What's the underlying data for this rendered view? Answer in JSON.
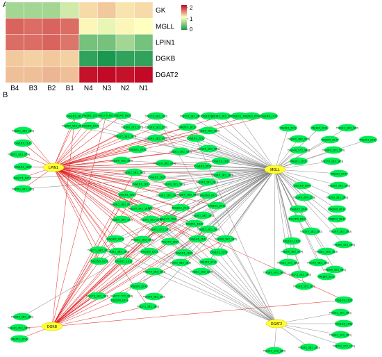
{
  "panel_a": {
    "label": "A",
    "rows": [
      "GK",
      "MGLL",
      "LPIN1",
      "DGKB",
      "DGAT2"
    ],
    "cols": [
      "B4",
      "B3",
      "B2",
      "B1",
      "N4",
      "N3",
      "N2",
      "N1"
    ],
    "values": [
      [
        -0.4,
        -0.4,
        -0.4,
        -0.2,
        0.4,
        0.6,
        0.3,
        0.4
      ],
      [
        1.7,
        1.6,
        1.7,
        1.6,
        0.1,
        -0.1,
        0.1,
        0.0
      ],
      [
        1.6,
        1.6,
        1.7,
        1.5,
        -0.6,
        -0.6,
        -0.4,
        -0.6
      ],
      [
        0.6,
        0.5,
        0.6,
        0.5,
        -0.9,
        -1.0,
        -0.9,
        -0.9
      ],
      [
        0.7,
        0.7,
        0.8,
        0.7,
        2.6,
        2.7,
        2.6,
        2.7
      ]
    ],
    "legend_ticks": [
      "2",
      "1",
      "0"
    ],
    "scale_min": -1,
    "scale_max": 2.8,
    "colors": {
      "low": "#1a9850",
      "mid": "#ffffbf",
      "high": "#c00020"
    }
  },
  "panel_b": {
    "label": "B",
    "hubs": [
      "LPIN1",
      "MGLL",
      "DGKB",
      "DGAT2"
    ],
    "hub_color": "#ffff33",
    "node_color": "#00ee55",
    "edge_colors": {
      "LPIN1": "#e01818",
      "MGLL": "#808080",
      "DGKB": "#e01818",
      "DGAT2": "#808080"
    },
    "nodes": [
      {
        "label": "DG(18:0_18:3)",
        "links": [
          0,
          2
        ]
      },
      {
        "label": "DG(18:1_22:6)",
        "links": [
          0,
          1
        ]
      },
      {
        "label": "DG(17:0_18:1)",
        "links": [
          0,
          1,
          2
        ]
      },
      {
        "label": "DG(14:0_18:3)",
        "links": [
          0,
          1
        ]
      },
      {
        "label": "TG(12:0_18:2_18:2)",
        "links": [
          0,
          1,
          3
        ]
      },
      {
        "label": "TG(12:0_18:1_18:2)",
        "links": [
          1
        ]
      },
      {
        "label": "DG(18:1_18:1)",
        "links": [
          1
        ]
      },
      {
        "label": "DG(18:1_18:2_18:2)",
        "links": [
          0,
          1
        ]
      },
      {
        "label": "DG(16:0_18:3)",
        "links": [
          1
        ]
      },
      {
        "label": "DG(16:0_22:6)",
        "links": [
          0
        ]
      },
      {
        "label": "DG(18:0_10:7)",
        "links": [
          0
        ]
      },
      {
        "label": "TG(18:2_18:3_20:4)",
        "links": [
          0,
          1
        ]
      },
      {
        "label": "DG(16:0_18:2)",
        "links": [
          0,
          1
        ]
      },
      {
        "label": "TG(16:0_20:1_22:1)",
        "links": [
          0
        ]
      },
      {
        "label": "TG(16:0_18:3_22:6)",
        "links": [
          0
        ]
      },
      {
        "label": "PA(20:0_16:1)",
        "links": [
          0
        ]
      },
      {
        "label": "TG(15:1_18:2_18:3)",
        "links": [
          0
        ]
      },
      {
        "label": "DG(16:0_16:1)",
        "links": [
          0
        ]
      },
      {
        "label": "TG(16:1_18:3_20:4)",
        "links": [
          0
        ]
      },
      {
        "label": "DG(16:1_18:0)",
        "links": [
          0,
          1
        ]
      },
      {
        "label": "DG(17:1_18:1)",
        "links": [
          0,
          1
        ]
      },
      {
        "label": "TG(16:1_18:1_18:2)",
        "links": [
          0,
          1
        ]
      },
      {
        "label": "TG(18:0_18:1_18:2)",
        "links": [
          0,
          1
        ]
      },
      {
        "label": "TG(18:2_18:2_18:3)",
        "links": [
          0,
          1
        ]
      },
      {
        "label": "TG(18:0_18:2_18:3)",
        "links": [
          0,
          1
        ]
      },
      {
        "label": "DG(18:1_20:1)",
        "links": [
          0,
          1,
          3
        ]
      },
      {
        "label": "TG(16:0_18:1_18:1)",
        "links": [
          0,
          1
        ]
      },
      {
        "label": "DG(16:1_18:2)",
        "links": [
          0,
          1
        ]
      },
      {
        "label": "DG(18:2_20:4)",
        "links": [
          0,
          1
        ]
      },
      {
        "label": "TG(18:0_18:2_18:2)",
        "links": [
          0,
          1
        ]
      },
      {
        "label": "TG(16:1_18:2_18:3)",
        "links": [
          0,
          1
        ]
      },
      {
        "label": "TG(16:0_18:2_20:4)",
        "links": [
          0,
          1
        ]
      },
      {
        "label": "DG(18:2_20:5)",
        "links": [
          0,
          1
        ]
      },
      {
        "label": "TG(16:0_18:1_18:3)",
        "links": [
          0,
          1
        ]
      },
      {
        "label": "TG(16:1_18:1_18:1)",
        "links": [
          0,
          1,
          2
        ]
      },
      {
        "label": "DG(16:1_18:3)",
        "links": [
          0,
          1
        ]
      },
      {
        "label": "TG(18:0_18:1_18:1)",
        "links": [
          0,
          1,
          2
        ]
      },
      {
        "label": "DG(16:0_18:1)",
        "links": [
          0,
          1,
          2
        ]
      },
      {
        "label": "TG(16:0_16:1_18:2)",
        "links": [
          0,
          1
        ]
      },
      {
        "label": "DG(16:1_20:1)",
        "links": [
          0,
          1,
          2
        ]
      },
      {
        "label": "TG(18:1_18:1_18:2)",
        "links": [
          0,
          1
        ]
      },
      {
        "label": "TG(16:0_18:2_18:3)",
        "links": [
          0,
          1,
          2
        ]
      },
      {
        "label": "DG(16:0_20:1)",
        "links": [
          0,
          1,
          2
        ]
      },
      {
        "label": "DG(16:1_20:1)",
        "links": [
          0,
          1
        ]
      },
      {
        "label": "TG(16:1_18:1_20:4)",
        "links": [
          0,
          1,
          2
        ]
      },
      {
        "label": "DG(15:0_18:1)",
        "links": [
          0,
          1,
          3
        ]
      },
      {
        "label": "DG(18:2_20:1)",
        "links": [
          0,
          1,
          2
        ]
      },
      {
        "label": "TG(16:1_18:2_18:3)",
        "links": [
          0,
          1,
          2
        ]
      },
      {
        "label": "DG(14:0_20:3)",
        "links": [
          0,
          1,
          2,
          3
        ]
      },
      {
        "label": "TG(16:0_16:0_18:2)",
        "links": [
          0,
          1,
          2
        ]
      },
      {
        "label": "TG(16:1_16:1_22:6)",
        "links": [
          0,
          1,
          2,
          3
        ]
      },
      {
        "label": "DG(15:1_18:2)",
        "links": [
          0,
          1,
          2,
          3
        ]
      },
      {
        "label": "TG(16:1_17:1_18:3)",
        "links": [
          0,
          1,
          2,
          3
        ]
      },
      {
        "label": "TG(16:1_16:1_18:2)",
        "links": [
          0,
          1,
          2,
          3
        ]
      },
      {
        "label": "DG(18:2_18:3)",
        "links": [
          0,
          1,
          2,
          3
        ]
      },
      {
        "label": "TG(16:1_18:2_18:2)",
        "links": [
          0,
          1,
          2,
          3
        ]
      },
      {
        "label": "TG(17:0_18:2)",
        "links": [
          0,
          1,
          2,
          3
        ]
      },
      {
        "label": "DG(14:0_16:1)",
        "links": [
          0,
          1,
          2,
          3
        ]
      },
      {
        "label": "TG(18:0_18:2_18:3)",
        "links": [
          0,
          1,
          2,
          3
        ]
      },
      {
        "label": "TG(17:1_18:2_18:2)",
        "links": [
          0,
          1,
          2,
          3
        ]
      },
      {
        "label": "TG(16:1_18:2_18:2)",
        "links": [
          0,
          1,
          2,
          3
        ]
      },
      {
        "label": "DG(18:0_18:2)",
        "links": [
          0,
          2,
          3
        ]
      },
      {
        "label": "DG(16:1_18:2)",
        "links": [
          0,
          1
        ]
      },
      {
        "label": "DG(16:1_22:6)",
        "links": [
          0,
          1
        ]
      },
      {
        "label": "DG(15:0_18:2)",
        "links": [
          0,
          1
        ]
      },
      {
        "label": "DG(18:1_18:3)",
        "links": [
          0,
          1
        ]
      },
      {
        "label": "TG(9:0_18:1_18:2)",
        "links": [
          1
        ]
      },
      {
        "label": "PA(16:0_22:4)",
        "links": [
          1
        ]
      },
      {
        "label": "TG(17:0_18:2_18:3)",
        "links": [
          1
        ]
      },
      {
        "label": "TG(18:1_18:2_22:6)",
        "links": [
          1
        ]
      },
      {
        "label": "PA(18:0_22:4)",
        "links": [
          1
        ]
      },
      {
        "label": "TG(17:0_18:1_18:3)",
        "links": [
          1
        ]
      },
      {
        "label": "TG(12:0_18:2_20:4)",
        "links": [
          1
        ]
      },
      {
        "label": "TG(14:0_18:1_18:2)",
        "links": [
          1
        ]
      },
      {
        "label": "PA(18:2_20:1)",
        "links": [
          1
        ]
      },
      {
        "label": "PA(16:0_20:0)",
        "links": [
          1
        ]
      },
      {
        "label": "TG(18:1_18:2_18:2)",
        "links": [
          1
        ]
      },
      {
        "label": "PA(20:1_22:6)",
        "links": [
          1
        ]
      },
      {
        "label": "TG(18:0_18:2_22:4)",
        "links": [
          1
        ]
      },
      {
        "label": "PA(16:0_20:4)",
        "links": [
          1
        ]
      },
      {
        "label": "TG(14:0_17:2_18:2)",
        "links": [
          1
        ]
      },
      {
        "label": "TG(16:0_18:1_20:0)",
        "links": [
          1
        ]
      },
      {
        "label": "PA(18:1_20:2)",
        "links": [
          1
        ]
      },
      {
        "label": "TG(17:0_18:2_18:3)",
        "links": [
          1
        ]
      },
      {
        "label": "PA(18:2_20:2)",
        "links": [
          1
        ]
      },
      {
        "label": "DG(16:0_20:4)",
        "links": [
          1
        ]
      },
      {
        "label": "TG(16:0_18:1_18:2)",
        "links": [
          1
        ]
      },
      {
        "label": "TG(18:0_20:4_22:6)",
        "links": [
          1
        ]
      },
      {
        "label": "TG(15:0_18:1_18:3)",
        "links": [
          1
        ]
      },
      {
        "label": "DG(18:2_20:4)",
        "links": [
          1
        ]
      },
      {
        "label": "PA(18:0_20:1)",
        "links": [
          1
        ]
      },
      {
        "label": "DG(12:0_18:2)",
        "links": [
          1
        ]
      },
      {
        "label": "PA(20:2_20:4)",
        "links": [
          1
        ]
      },
      {
        "label": "TG(16:0_16:1_18:1)",
        "links": [
          1
        ]
      },
      {
        "label": "TG(16:0_18:1_18:3)",
        "links": [
          1
        ]
      },
      {
        "label": "DG(18:1_18:2)",
        "links": [
          1
        ]
      },
      {
        "label": "TG(16:0_18:2_20:4)",
        "links": [
          1
        ]
      },
      {
        "label": "TG(18:1_18:2_18:3)",
        "links": [
          1
        ]
      },
      {
        "label": "TG(18:0_15:1_18:2)",
        "links": [
          1
        ]
      },
      {
        "label": "TG(16:1_17:1_18:1)",
        "links": [
          1
        ]
      },
      {
        "label": "TG(14:0_18:1_18:2)",
        "links": [
          1
        ]
      },
      {
        "label": "TG(16:0_16:1_18:1)",
        "links": [
          1
        ]
      },
      {
        "label": "TG(18:0_14:1_18:1)",
        "links": [
          1
        ]
      },
      {
        "label": "TG(17:1_18:2_18:2)",
        "links": [
          1
        ]
      },
      {
        "label": "PA(18:0_22:2)",
        "links": [
          1
        ]
      },
      {
        "label": "TG(14:0_16:1_18:1)",
        "links": [
          1
        ]
      },
      {
        "label": "TG(14:0_18:1_18:1)",
        "links": [
          1
        ]
      },
      {
        "label": "TG(14:1_15:1_18:1)",
        "links": [
          2
        ]
      },
      {
        "label": "PA(22:1_20:4)",
        "links": [
          2
        ]
      },
      {
        "label": "DG(10:0_18:1)",
        "links": [
          2
        ]
      },
      {
        "label": "TG(17:1_18:1_18:2)",
        "links": [
          0,
          2
        ]
      },
      {
        "label": "DG(18:0_18:2)",
        "links": [
          0,
          2
        ]
      },
      {
        "label": "TG(14:1_16:1_18:1)",
        "links": [
          3
        ]
      },
      {
        "label": "DG(15:0_15:6)",
        "links": [
          3
        ]
      },
      {
        "label": "TG(14:1_14:1_18:1)",
        "links": [
          3
        ]
      },
      {
        "label": "TG(15:1_17:1_17:1)",
        "links": [
          3
        ]
      },
      {
        "label": "TG(12:0_14:0_18:2)",
        "links": [
          3
        ]
      },
      {
        "label": "TG(14:1_18:1_18:1)",
        "links": [
          3
        ]
      },
      {
        "label": "TG(15:0_14:1_18:1)",
        "links": [
          3
        ]
      }
    ]
  }
}
